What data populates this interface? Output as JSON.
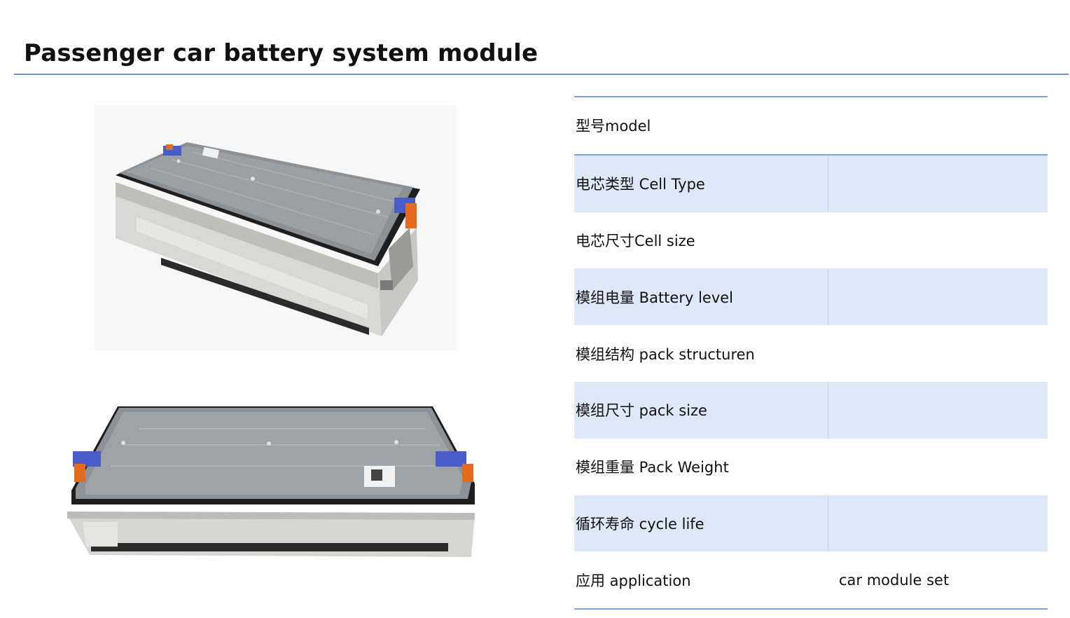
{
  "title": "Passenger car battery system module",
  "images": {
    "top": "battery-module-photo-top",
    "bottom": "battery-module-photo-bottom"
  },
  "table": {
    "rows": [
      {
        "label": "型号model",
        "value": ""
      },
      {
        "label": "电芯类型 Cell Type",
        "value": ""
      },
      {
        "label": "电芯尺寸Cell size",
        "value": ""
      },
      {
        "label": "模组电量 Battery level",
        "value": ""
      },
      {
        "label": "模组结构 pack structuren",
        "value": ""
      },
      {
        "label": "模组尺寸 pack size",
        "value": ""
      },
      {
        "label": "模组重量 Pack Weight",
        "value": ""
      },
      {
        "label": "循环寿命 cycle life",
        "value": ""
      },
      {
        "label": "应用 application",
        "value": "car module set"
      }
    ]
  },
  "colors": {
    "rule": "#6f93c4",
    "row_shade": "#dde8f8"
  }
}
